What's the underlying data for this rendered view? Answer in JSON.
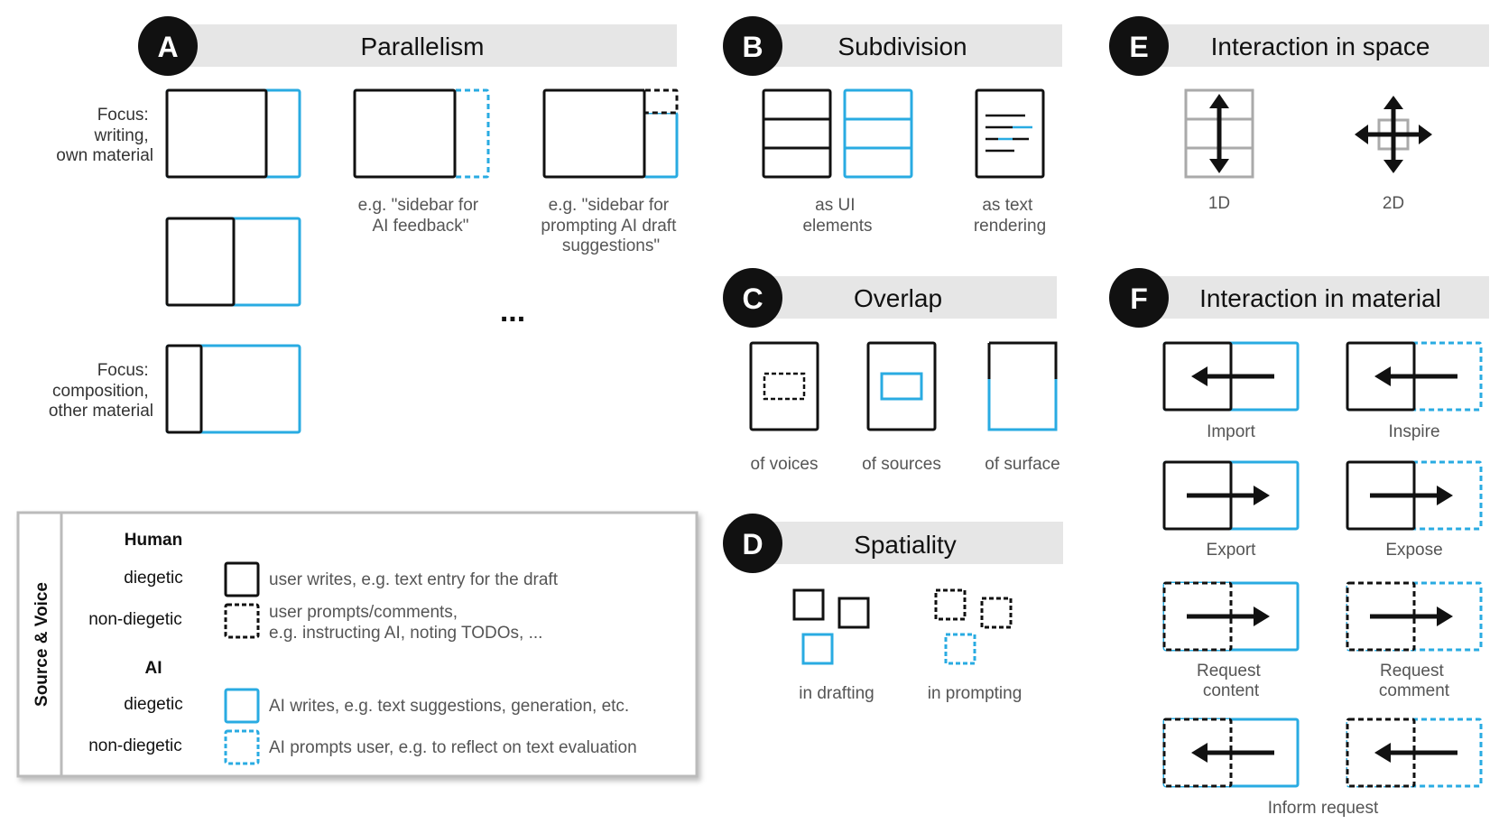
{
  "colors": {
    "human": "#111111",
    "ai": "#29abe2",
    "header_bg": "#e6e6e6",
    "grey": "#aaaaaa"
  },
  "sections": {
    "A": {
      "badge": "A",
      "title": "Parallelism",
      "focus1": [
        "Focus:",
        "writing,",
        "own material"
      ],
      "focus2": [
        "Focus:",
        "composition,",
        "other material"
      ],
      "caption1": [
        "e.g. \"sidebar for",
        "AI feedback\""
      ],
      "caption2": [
        "e.g. \"sidebar for",
        "prompting AI draft",
        "suggestions\""
      ],
      "ellipsis": "..."
    },
    "B": {
      "badge": "B",
      "title": "Subdivision",
      "cap1": [
        "as UI",
        "elements"
      ],
      "cap2": [
        "as text",
        "rendering"
      ]
    },
    "C": {
      "badge": "C",
      "title": "Overlap",
      "cap1": "of voices",
      "cap2": "of sources",
      "cap3": "of surface"
    },
    "D": {
      "badge": "D",
      "title": "Spatiality",
      "cap1": "in drafting",
      "cap2": "in prompting"
    },
    "E": {
      "badge": "E",
      "title": "Interaction in space",
      "cap1": "1D",
      "cap2": "2D"
    },
    "F": {
      "badge": "F",
      "title": "Interaction in material",
      "import": "Import",
      "inspire": "Inspire",
      "export": "Export",
      "expose": "Expose",
      "request_content": [
        "Request",
        "content"
      ],
      "request_comment": [
        "Request",
        "comment"
      ],
      "inform_request": "Inform request"
    }
  },
  "legend": {
    "side_title": "Source & Voice",
    "human": "Human",
    "ai": "AI",
    "diegetic": "diegetic",
    "non_diegetic": "non-diegetic",
    "human_diegetic_desc": "user writes, e.g. text entry for the draft",
    "human_nondiegetic_desc": [
      "user prompts/comments,",
      " e.g. instructing AI, noting TODOs, ..."
    ],
    "ai_diegetic_desc": "AI writes, e.g. text suggestions, generation, etc.",
    "ai_nondiegetic_desc": "AI prompts user, e.g. to reflect on text evaluation"
  }
}
